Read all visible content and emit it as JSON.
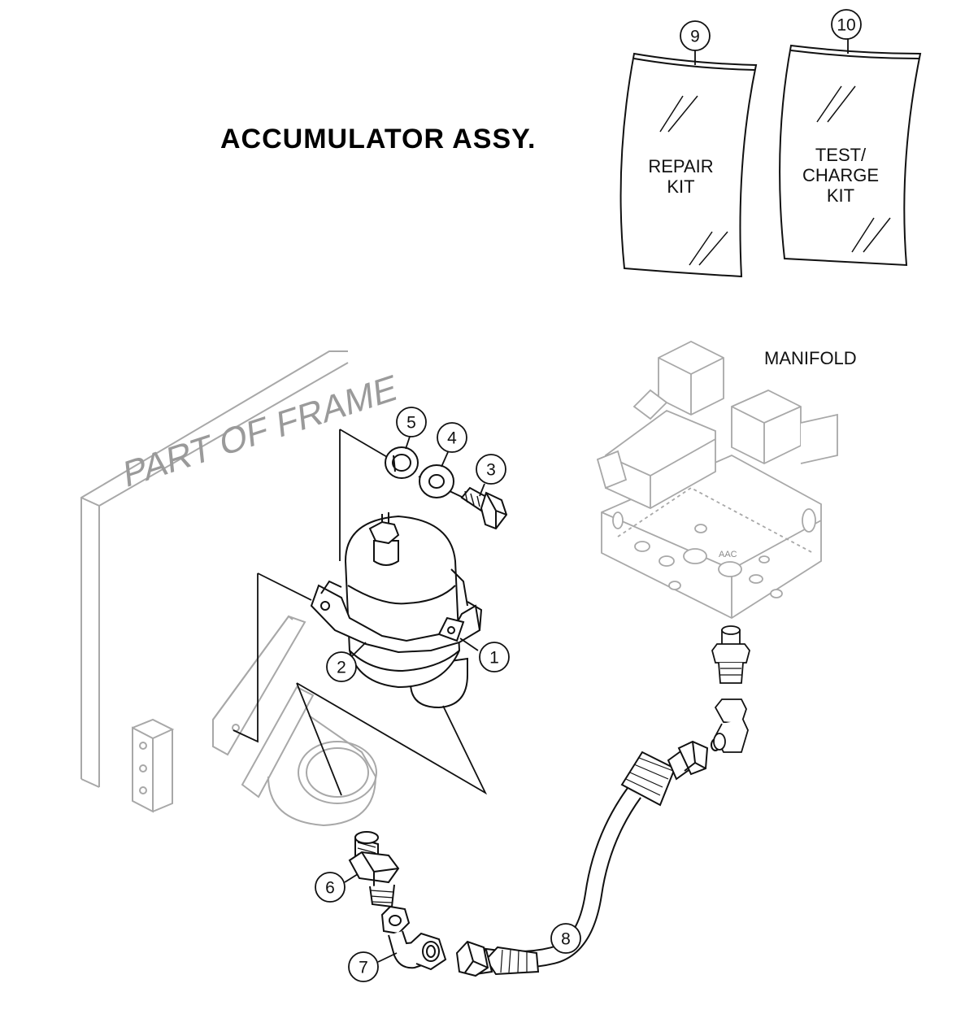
{
  "title": "ACCUMULATOR ASSY.",
  "labels": {
    "manifold": "MANIFOLD",
    "frame": "PART OF FRAME",
    "port": "AAC"
  },
  "kits": [
    {
      "number": "9",
      "text": "REPAIR\nKIT"
    },
    {
      "number": "10",
      "text": "TEST/\nCHARGE\nKIT"
    }
  ],
  "callouts": [
    "1",
    "2",
    "3",
    "4",
    "5",
    "6",
    "7",
    "8"
  ],
  "colors": {
    "line": "#111111",
    "ghost": "#a8a8a8"
  }
}
